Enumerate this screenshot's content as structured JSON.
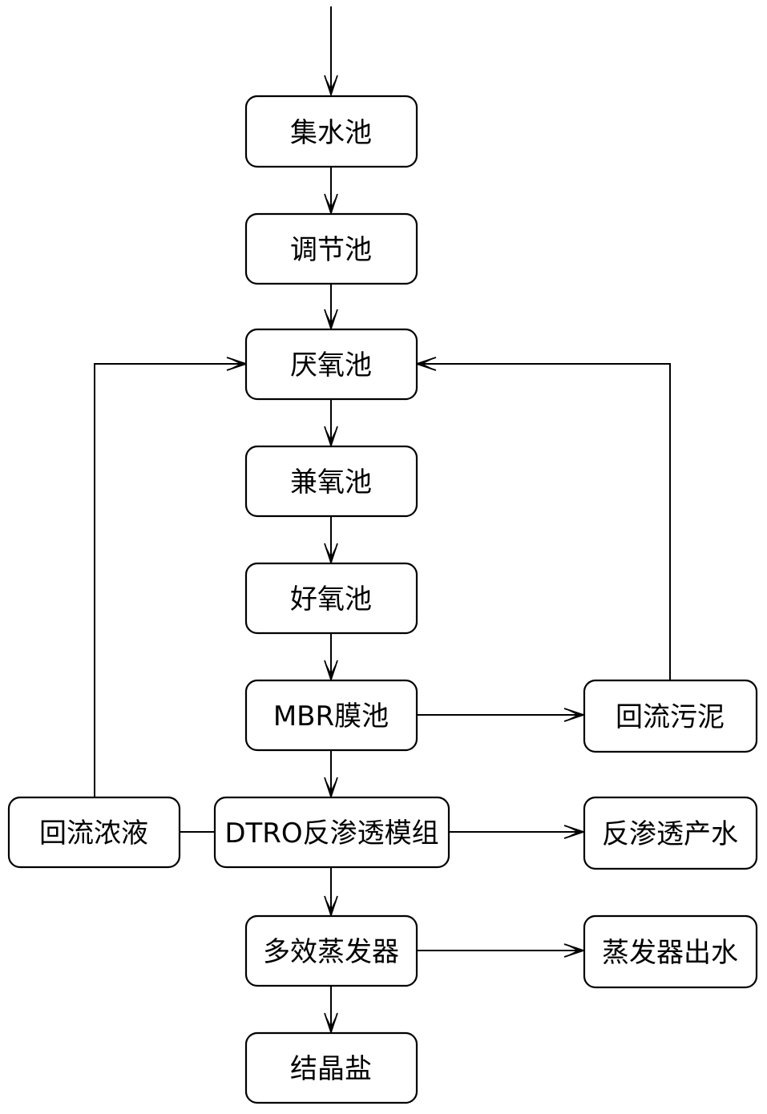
{
  "diagram": {
    "nodes": {
      "collection_tank": "集水池",
      "regulating_tank": "调节池",
      "anaerobic_tank": "厌氧池",
      "anoxic_tank": "兼氧池",
      "aerobic_tank": "好氧池",
      "mbr_tank": "MBR膜池",
      "return_sludge": "回流污泥",
      "return_concentrate": "回流浓液",
      "dtro_module": "DTRO反渗透模组",
      "ro_product_water": "反渗透产水",
      "multi_effect_evaporator": "多效蒸发器",
      "evaporator_effluent": "蒸发器出水",
      "crystal_salt": "结晶盐"
    }
  }
}
